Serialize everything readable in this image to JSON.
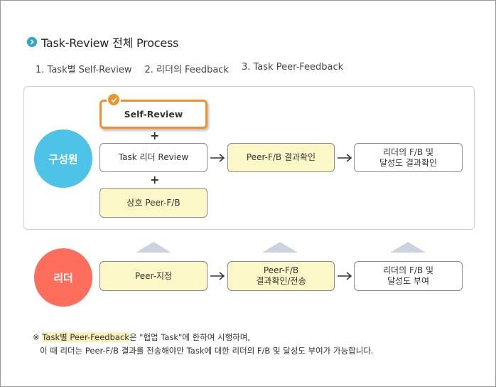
{
  "title": "Task-Review 전체 Process",
  "steps": [
    "1. Task별 Self-Review",
    "2. 리더의 Feedback",
    "3. Task Peer-Feedback"
  ],
  "member": {
    "label": "구성원",
    "self_review": "Self-Review",
    "task_leader_review": "Task 리더 Review",
    "mutual_peer": "상호 Peer-F/B",
    "peer_result": "Peer-F/B 결과확인",
    "leader_fb_line1": "리더의 F/B 및",
    "leader_fb_line2": "달성도 결과확인"
  },
  "leader": {
    "label": "리더",
    "peer_assign": "Peer-지정",
    "peer_fb_line1": "Peer-F/B",
    "peer_fb_line2": "결과확인/전송",
    "leader_fb_line1": "리더의 F/B 및",
    "leader_fb_line2": "달성도 부여"
  },
  "plus": "+",
  "note": {
    "mark": "※",
    "highlight": "Task별 Peer-Feedback",
    "line1_rest": "은 \"협업 Task\"에 한하여 시행하며,",
    "line2": "이 때 리더는 Peer-F/B 결과를 전송해야만 Task에 대한 리더의 F/B 및 달성도 부여가 가능합니다."
  },
  "colors": {
    "member_circle": "#4dc3e8",
    "leader_circle": "#ff6e5c",
    "highlight_border": "#f0922c",
    "yellow_fill": "#fbf7c6"
  }
}
